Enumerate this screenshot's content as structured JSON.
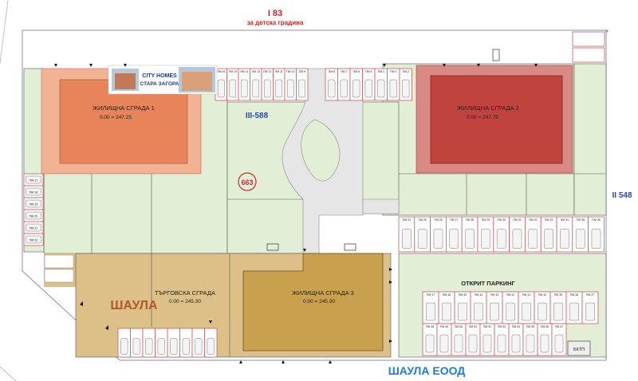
{
  "header": {
    "plot_top": "I 83",
    "plot_top_sub": "за детска градина",
    "plot_right": "II 548",
    "plot_center": "III-588",
    "parcel_number": "663"
  },
  "buildings": {
    "b1": {
      "name": "ЖИЛИЩНА СГРАДА 1",
      "level": "0.00 = 247.25"
    },
    "b2": {
      "name": "ЖИЛИЩНА СГРАДА 2",
      "level": "0.00 = 247.75"
    },
    "b3": {
      "name": "ЖИЛИЩНА СГРАДА 3",
      "level": "0.00 = 245.30"
    },
    "commercial": {
      "name": "ТЪРГОВСКА СГРАДА",
      "level": "0.00 = 245.30"
    }
  },
  "labels": {
    "open_parking": "ОТКРИТ ПАРКИНГ",
    "shaula": "ШАУЛА",
    "company": "ШАУЛА ЕООД",
    "transformer": "БКТП"
  },
  "logo": {
    "line1": "CITY HOMES",
    "line2": "СТАРА ЗАГОРА"
  },
  "colors": {
    "building1": "#e8845a",
    "building1_outline": "#f1b393",
    "building2": "#c0433e",
    "building2_outline": "#d98a84",
    "building3": "#c9a04e",
    "building3_outline": "#dcc088",
    "green": "#e3eed6",
    "parking": "#c85d5d",
    "title_red": "#d42020",
    "company_blue": "#1f7ad8",
    "plot_blue": "#2c43c8",
    "shaula_brown": "#b3572d"
  },
  "parking_top_left": [
    "ПМ 16",
    "ПМ 15",
    "ПМ 14",
    "ПМ 13",
    "ПМ 12",
    "ПМ 11",
    "ПМ 10",
    "ПМ 9"
  ],
  "parking_top_right": [
    "ПМ 8",
    "ПМ 7",
    "ПМ 6",
    "ПМ 5",
    "ПМ 4",
    "ПМ 3",
    "ПМ 2"
  ],
  "parking_right_row": [
    "ПМ 24",
    "ПМ 25",
    "ПМ 26",
    "ПМ 27",
    "ПМ 28",
    "ПМ 29",
    "ПМ 30",
    "ПМ 31",
    "ПМ 32",
    "ПМ 33",
    "ПМ 34",
    "ПМ 35",
    "ПМ 36"
  ],
  "parking_open_top": [
    "ПМ 47",
    "ПМ 46",
    "ПМ 45",
    "ПМ 44",
    "ПМ 43",
    "ПМ 42",
    "ПМ 41",
    "ПМ 40",
    "ПМ 39",
    "ПМ 38",
    "ПМ 37"
  ],
  "parking_open_bottom": [
    "ПМ 48",
    "ПМ 49",
    "ПМ 50",
    "ПМ 51",
    "ПМ 52",
    "ПМ 53",
    "ПМ 54",
    "ПМ 55",
    "ПМ 56",
    "ПМ 57"
  ],
  "parking_left_col": [
    "ПМ 17",
    "ПМ 18",
    "ПМ 19",
    "ПМ 20",
    "ПМ 21",
    "ПМ 22"
  ]
}
